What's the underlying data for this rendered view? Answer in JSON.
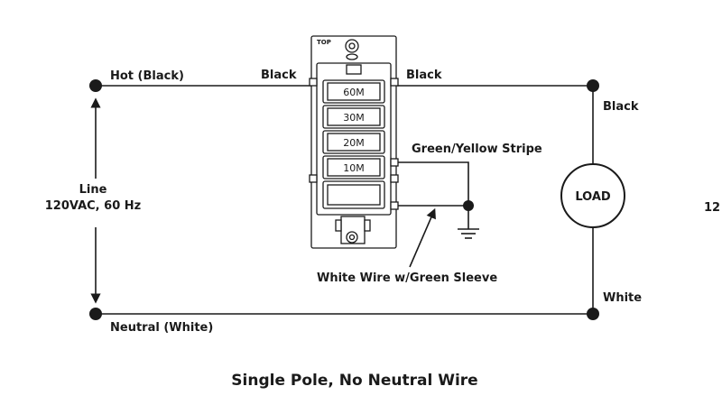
{
  "labels": {
    "hot": "Hot (Black)",
    "black_left": "Black",
    "black_right": "Black",
    "black_load": "Black",
    "line": "Line",
    "line_spec": "120VAC, 60 Hz",
    "green_yellow": "Green/Yellow Stripe",
    "white_sleeve": "White Wire w/Green Sleeve",
    "neutral": "Neutral (White)",
    "white_load": "White",
    "load": "LOAD",
    "page_number": "12",
    "top_mark": "TOP"
  },
  "buttons": [
    "60M",
    "30M",
    "20M",
    "10M",
    ""
  ],
  "caption": "Single Pole, No Neutral Wire"
}
